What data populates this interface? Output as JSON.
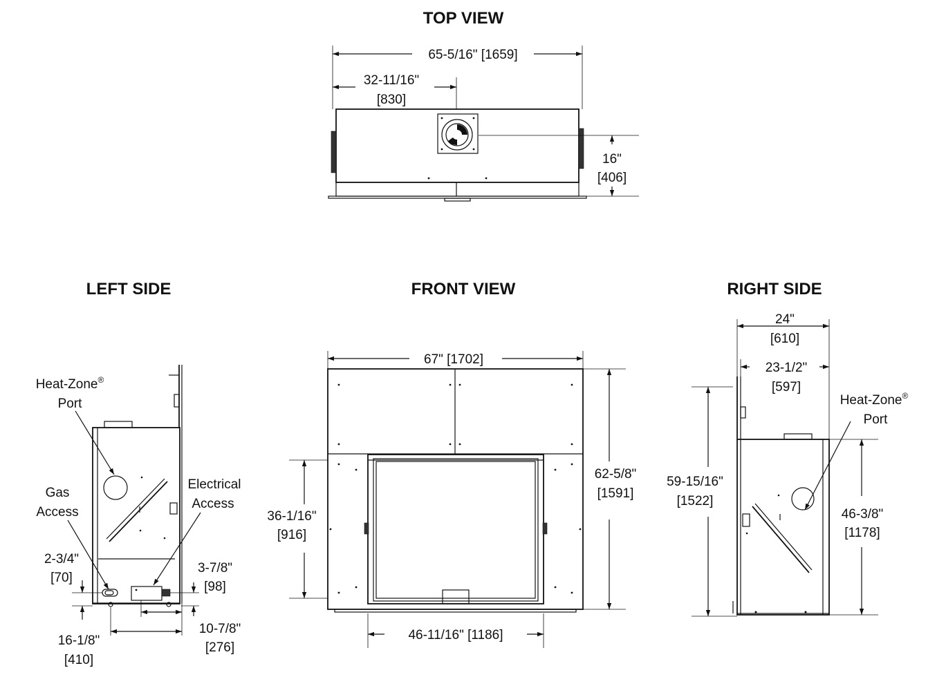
{
  "views": {
    "top": "TOP VIEW",
    "left": "LEFT SIDE",
    "front": "FRONT VIEW",
    "right": "RIGHT SIDE"
  },
  "top_view": {
    "overall_width": "65-5/16\" [1659]",
    "center_in": "32-11/16\"",
    "center_mm": "[830]",
    "depth_in": "16\"",
    "depth_mm": "[406]"
  },
  "front_view": {
    "width": "67\" [1702]",
    "height_in": "62-5/8\"",
    "height_mm": "[1591]",
    "opening_height_in": "36-1/16\"",
    "opening_height_mm": "[916]",
    "opening_width": "46-11/16\" [1186]"
  },
  "left_side": {
    "heat_zone_label_1": "Heat-Zone",
    "heat_zone_mark": "®",
    "heat_zone_label_2": "Port",
    "gas_label_1": "Gas",
    "gas_label_2": "Access",
    "elec_label_1": "Electrical",
    "elec_label_2": "Access",
    "gas_height_in": "2-3/4\"",
    "gas_height_mm": "[70]",
    "elec_height_in": "3-7/8\"",
    "elec_height_mm": "[98]",
    "gas_offset_in": "16-1/8\"",
    "gas_offset_mm": "[410]",
    "elec_offset_in": "10-7/8\"",
    "elec_offset_mm": "[276]"
  },
  "right_side": {
    "depth_in": "24\"",
    "depth_mm": "[610]",
    "body_depth_in": "23-1/2\"",
    "body_depth_mm": "[597]",
    "heat_zone_label_1": "Heat-Zone",
    "heat_zone_mark": "®",
    "heat_zone_label_2": "Port",
    "overall_height_in": "59-15/16\"",
    "overall_height_mm": "[1522]",
    "port_height_in": "46-3/8\"",
    "port_height_mm": "[1178]"
  }
}
